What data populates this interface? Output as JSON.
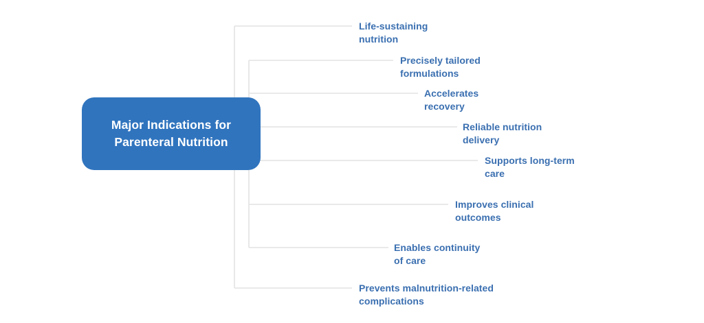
{
  "diagram": {
    "type": "bracket-mindmap",
    "orientation": "left-root-right-leaves",
    "colors": {
      "node_fill": "#3074be",
      "node_text": "#ffffff",
      "leaf_text": "#3a6fb0",
      "connector": "#e2e2e2",
      "background": "#ffffff"
    },
    "center": {
      "title_line1": "Major Indications for",
      "title_line2": "Parenteral Nutrition"
    },
    "leaves": [
      {
        "id": "life-sustaining-nutrition",
        "line1": "Life-sustaining",
        "line2": "nutrition"
      },
      {
        "id": "precisely-tailored-formulations",
        "line1": "Precisely tailored",
        "line2": "formulations"
      },
      {
        "id": "accelerates-recovery",
        "line1": "Accelerates",
        "line2": "recovery"
      },
      {
        "id": "reliable-nutrition-delivery",
        "line1": "Reliable nutrition",
        "line2": "delivery"
      },
      {
        "id": "supports-long-term-care",
        "line1": "Supports long-term",
        "line2": "care"
      },
      {
        "id": "improves-clinical-outcomes",
        "line1": "Improves clinical",
        "line2": "outcomes"
      },
      {
        "id": "enables-continuity-of-care",
        "line1": "Enables continuity",
        "line2": "of care"
      },
      {
        "id": "prevents-malnutrition",
        "line1": "Prevents malnutrition-related",
        "line2": "complications"
      }
    ]
  }
}
